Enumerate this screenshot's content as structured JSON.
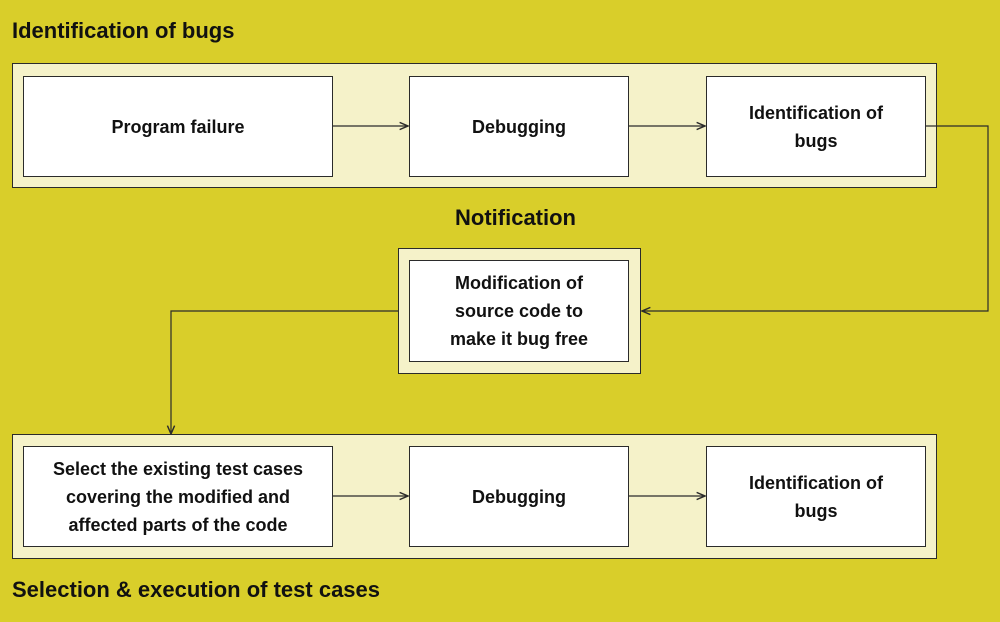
{
  "headings": {
    "top": "Identification of bugs",
    "middle": "Notification",
    "bottom": "Selection & execution of test cases"
  },
  "row1": {
    "box1": "Program failure",
    "box2": "Debugging",
    "box3": "Identification of bugs"
  },
  "middle": {
    "box": "Modification of source code to make it bug free"
  },
  "row2": {
    "box1": "Select the existing test cases covering the modified and affected parts of the code",
    "box2": "Debugging",
    "box3": "Identification of bugs"
  },
  "colors": {
    "background": "#d9ce2a",
    "group_fill": "#f5f2c9",
    "box_fill": "#ffffff",
    "stroke": "#2b2b2b"
  }
}
